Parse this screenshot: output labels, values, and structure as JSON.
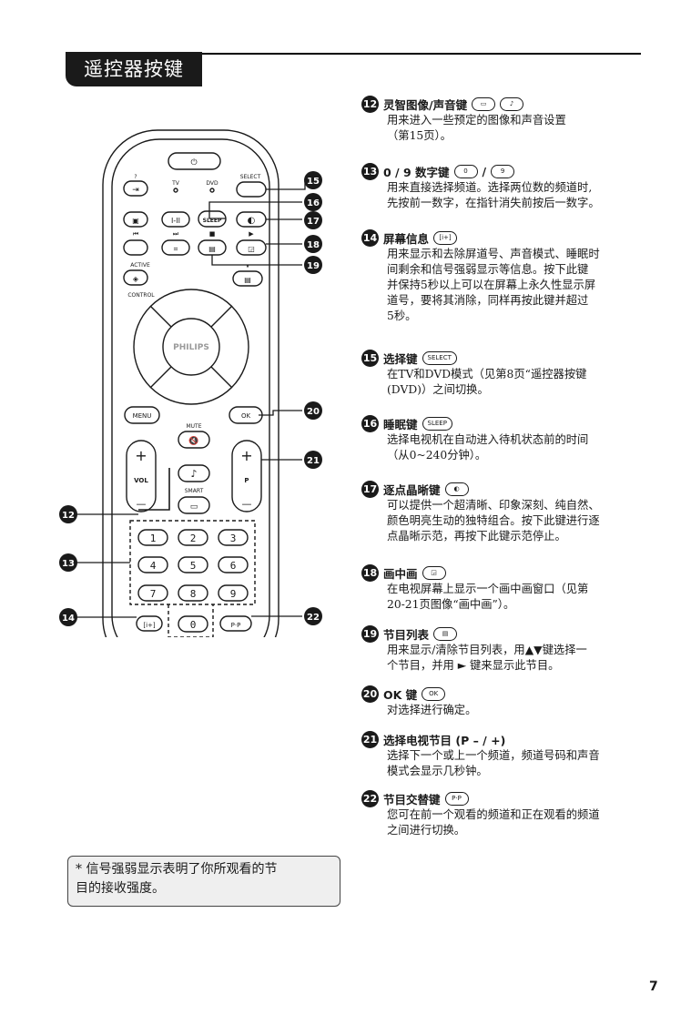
{
  "header": {
    "title": "遥控器按键"
  },
  "remote": {
    "brand": "PHILIPS",
    "labels": {
      "question": "?",
      "tv": "TV",
      "dvd": "DVD",
      "select": "SELECT",
      "sleep": "SLEEP",
      "active": "ACTIVE",
      "control": "CONTROL",
      "menu": "MENU",
      "ok": "OK",
      "mute": "MUTE",
      "vol": "VOL",
      "p": "P",
      "smart": "SMART",
      "plus": "+",
      "minus": "—",
      "pp": "P·P"
    },
    "digits": [
      "1",
      "2",
      "3",
      "4",
      "5",
      "6",
      "7",
      "8",
      "9",
      "0"
    ]
  },
  "callouts": {
    "c12": "12",
    "c13": "13",
    "c14": "14",
    "c15": "15",
    "c16": "16",
    "c17": "17",
    "c18": "18",
    "c19": "19",
    "c20": "20",
    "c21": "21",
    "c22": "22"
  },
  "items": [
    {
      "num": "12",
      "title": "灵智图像/声音键",
      "keys": [
        "▭",
        "♪"
      ],
      "desc": "用来进入一些预定的图像和声音设置\n（第15页）。"
    },
    {
      "num": "13",
      "title": "0 / 9 数字键",
      "keys": [
        "0",
        "9"
      ],
      "sep": "/",
      "desc": "用来直接选择频道。选择两位数的频道时,\n先按前一数字，在指针消失前按后一数字。"
    },
    {
      "num": "14",
      "title": "屏幕信息",
      "keys": [
        "[i+]"
      ],
      "desc": "用来显示和去除屏道号、声音模式、睡眠时\n间剩余和信号强弱显示等信息。按下此键\n并保持5秒以上可以在屏幕上永久性显示屏\n道号，要将其消除，同样再按此键并超过\n5秒。"
    },
    {
      "num": "15",
      "title": "选择键",
      "keys": [
        "SELECT"
      ],
      "desc": "在TV和DVD模式（见第8页“遥控器按键\n(DVD)）之间切换。"
    },
    {
      "num": "16",
      "title": "睡眠键",
      "keys": [
        "SLEEP"
      ],
      "desc": "选择电视机在自动进入待机状态前的时间\n（从0~240分钟）。"
    },
    {
      "num": "17",
      "title": "逐点晶晰键",
      "keys": [
        "◐"
      ],
      "desc": "可以提供一个超清晰、印象深刻、纯自然、\n颜色明亮生动的独特组合。按下此键进行逐\n点晶晰示范，再按下此键示范停止。"
    },
    {
      "num": "18",
      "title": "画中画",
      "keys": [
        "◲"
      ],
      "desc": "在电视屏幕上显示一个画中画窗口（见第\n20-21页图像“画中画”）。"
    },
    {
      "num": "19",
      "title": "节目列表",
      "keys": [
        "▤"
      ],
      "desc": "用来显示/清除节目列表，用▲▼键选择一\n个节目，并用 ► 键来显示此节目。"
    },
    {
      "num": "20",
      "title": "OK 键",
      "keys": [
        "OK"
      ],
      "desc": "对选择进行确定。"
    },
    {
      "num": "21",
      "title": "选择电视节目  (P – / +)",
      "keys": [],
      "desc": "选择下一个或上一个频道，频道号码和声音\n模式会显示几秒钟。"
    },
    {
      "num": "22",
      "title": "节目交替键",
      "keys": [
        "P·P"
      ],
      "desc": "您可在前一个观看的频道和正在观看的频道\n之间进行切换。"
    }
  ],
  "note": "* 信号强弱显示表明了你所观看的节\n目的接收强度。",
  "page_number": "7"
}
